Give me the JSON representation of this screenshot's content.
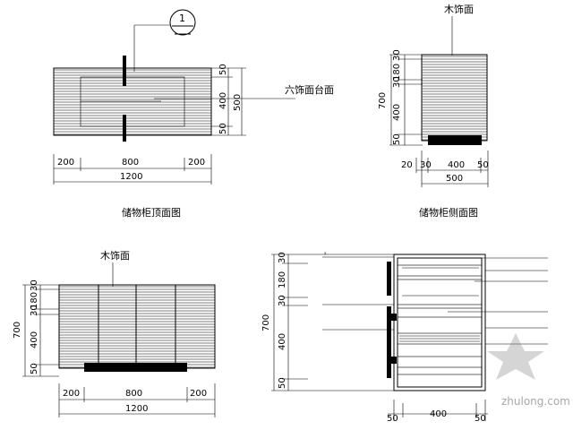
{
  "top_view": {
    "section_marker": "1",
    "dims_horizontal": [
      "200",
      "800",
      "200"
    ],
    "total_width": "1200",
    "dims_vertical": [
      "50",
      "400",
      "50"
    ],
    "depth": "500",
    "surface_label": "六饰面台面",
    "title": "储物柜顶面图"
  },
  "side_view": {
    "top_label": "木饰面",
    "dims_vertical": [
      "30",
      "180",
      "30",
      "400",
      "50"
    ],
    "height": "700",
    "dims_horizontal": [
      "20",
      "30",
      "400",
      "50"
    ],
    "depth": "500",
    "title": "储物柜侧面图"
  },
  "front_view": {
    "top_label": "木饰面",
    "dims_vertical": [
      "30",
      "180",
      "30",
      "400",
      "50"
    ],
    "height": "700",
    "dims_horizontal": [
      "200",
      "800",
      "200"
    ],
    "total_width": "1200"
  },
  "section_view": {
    "dims_vertical": [
      "30",
      "180",
      "30",
      "400",
      "50"
    ],
    "height": "700",
    "dims_horizontal": [
      "50",
      "400",
      "50"
    ]
  },
  "watermark": "zhulong.com"
}
